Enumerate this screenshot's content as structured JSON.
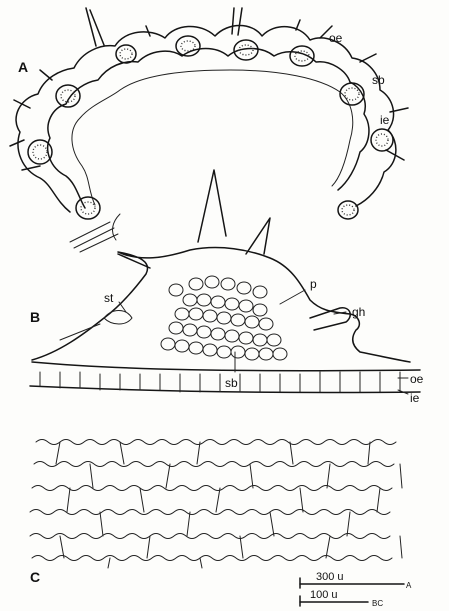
{
  "panel_a": {
    "panel_label": "A",
    "labels": {
      "outer_epidermis": "oe",
      "sclerenchyma_band": "sb",
      "inner_epidermis": "ie"
    }
  },
  "panel_b": {
    "panel_label": "B",
    "labels": {
      "stoma": "st",
      "parenchyma": "p",
      "glandular_hair": "gh",
      "sclerenchyma_band": "sb",
      "outer_epidermis": "oe",
      "inner_epidermis": "ie"
    }
  },
  "panel_c": {
    "panel_label": "C"
  },
  "scale_bars": [
    {
      "value_label": "300 u",
      "panel_ref": "A"
    },
    {
      "value_label": "100 u",
      "panel_ref": "BC"
    }
  ]
}
